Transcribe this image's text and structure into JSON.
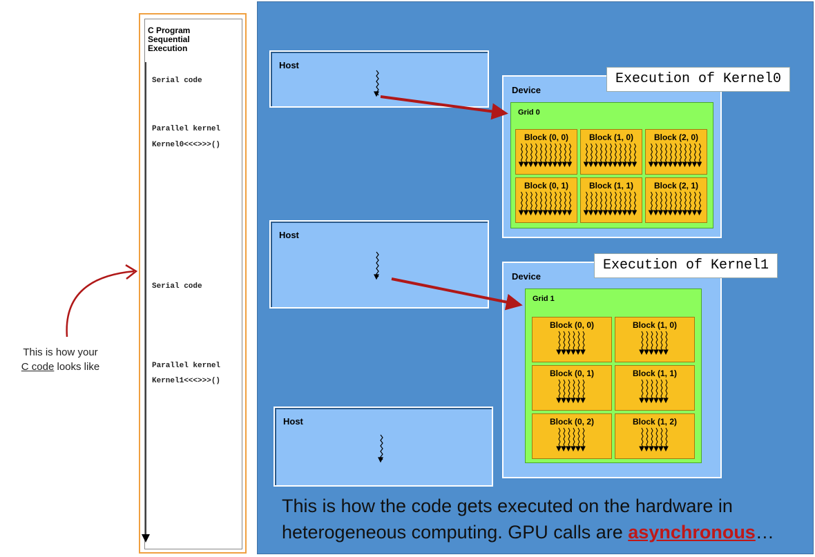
{
  "sequential": {
    "title_lines": [
      "C Program",
      "Sequential",
      "Execution"
    ],
    "steps": [
      {
        "line1": "Serial code",
        "line2": ""
      },
      {
        "line1": "Parallel kernel",
        "line2": "Kernel0<<<>>>()"
      },
      {
        "line1": "Serial code",
        "line2": ""
      },
      {
        "line1": "Parallel kernel",
        "line2": "Kernel1<<<>>>()"
      }
    ]
  },
  "side_note": {
    "prefix": "This is how your",
    "link": "C code",
    "suffix": " looks like"
  },
  "hosts": [
    "Host",
    "Host",
    "Host"
  ],
  "devices": [
    {
      "label": "Device",
      "grid_label": "Grid 0",
      "exec_label": "Execution of Kernel0",
      "blocks": [
        "Block (0, 0)",
        "Block (1, 0)",
        "Block (2, 0)",
        "Block (0, 1)",
        "Block (1, 1)",
        "Block (2, 1)"
      ]
    },
    {
      "label": "Device",
      "grid_label": "Grid 1",
      "exec_label": "Execution of Kernel1",
      "blocks": [
        "Block (0, 0)",
        "Block (1, 0)",
        "Block (0, 1)",
        "Block (1, 1)",
        "Block (0, 2)",
        "Block (1, 2)"
      ]
    }
  ],
  "caption": {
    "line1": "This is how the code gets executed on the hardware in",
    "line2_prefix": "heterogeneous computing.  GPU calls are ",
    "emphasis": "asynchronous",
    "line2_suffix": "…"
  },
  "colors": {
    "panel": "#4f8ecd",
    "host": "#8ec1f8",
    "grid": "#8cfc5c",
    "block": "#f8c020",
    "arrow": "#b01818",
    "frame": "#f0a040"
  }
}
